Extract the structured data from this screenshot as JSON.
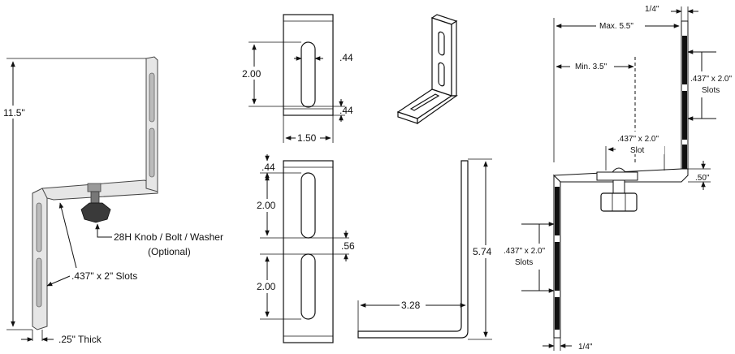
{
  "left_photo": {
    "height": "11.5\"",
    "knob": "28H Knob / Bolt / Washer",
    "optional": "(Optional)",
    "slots": ".437\" x 2\" Slots",
    "thick": ".25\" Thick"
  },
  "plate_top": {
    "height": "2.00",
    "slot_w": ".44",
    "margin": ".44",
    "width": "1.50"
  },
  "plate_long": {
    "top_margin": ".44",
    "slot1": "2.00",
    "gap": ".56",
    "slot2": "2.00"
  },
  "l_side": {
    "height": "5.74",
    "width": "3.28"
  },
  "right_view": {
    "quarter_top": "1/4\"",
    "max": "Max. 5.5\"",
    "min": "Min. 3.5\"",
    "slots_right_1": ".437\" x 2.0\"",
    "slots_right_2": "Slots",
    "slot_mid_1": ".437\" x 2.0\"",
    "slot_mid_2": "Slot",
    "half": ".50\"",
    "slots_left_1": ".437\" x 2.0\"",
    "slots_left_2": "Slots",
    "quarter_bottom": "1/4\""
  }
}
